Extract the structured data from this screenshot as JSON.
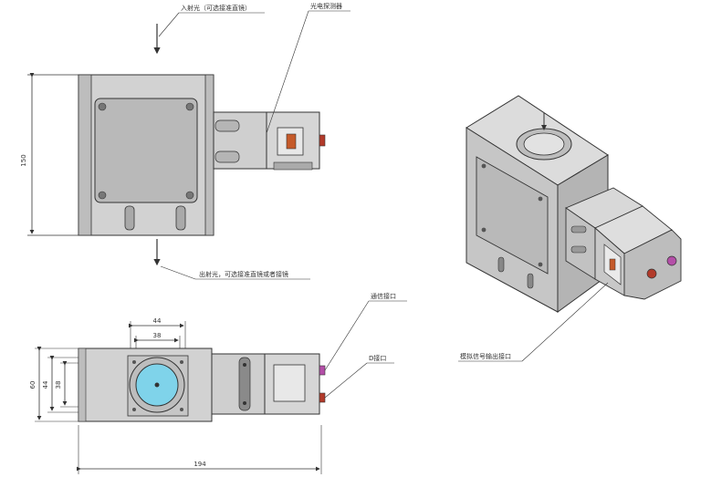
{
  "labels": {
    "input_light": "入射光（可选接准直镜）",
    "photodetector": "光电探测器",
    "output_light": "出射光，可选接准直镜或者接镜",
    "comm_port": "通信接口",
    "d_port": "D接口",
    "analog_port": "模拟信号输出接口"
  },
  "dimensions": {
    "height_150": "150",
    "width_44": "44",
    "width_38": "38",
    "height_60": "60",
    "height_44": "44",
    "height_38": "38",
    "length_194": "194"
  },
  "colors": {
    "line": "#333333",
    "body_fill": "#c9c9c9",
    "panel_fill": "#b7b7b7",
    "lens_fill": "#7fd3ea",
    "red_knob": "#b23a2a",
    "magenta_knob": "#b44fa8"
  }
}
